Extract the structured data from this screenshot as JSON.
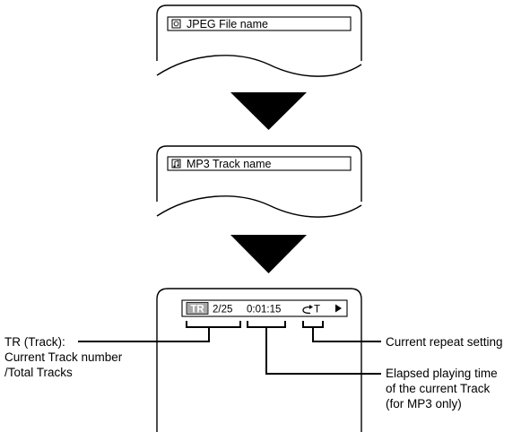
{
  "screens": {
    "jpeg": {
      "icon": "picture-file-icon",
      "label": "JPEG File name"
    },
    "mp3": {
      "icon": "music-file-icon",
      "label": "MP3 Track name"
    }
  },
  "display": {
    "track_badge": "TR",
    "track_count": "2/25",
    "elapsed_time": "0:01:15",
    "repeat_setting": "T",
    "repeat_icon": "repeat-icon",
    "play_icon": "play-icon"
  },
  "callouts": {
    "track": [
      "TR (Track):",
      "Current Track number",
      "/Total Tracks"
    ],
    "repeat": [
      "Current repeat setting"
    ],
    "elapsed": [
      "Elapsed playing time",
      "of the current Track",
      "(for MP3 only)"
    ]
  },
  "arrows": [
    "down-arrow-icon",
    "down-arrow-icon"
  ],
  "colors": {
    "badge_fill": "#a8a8a8",
    "line": "#000000",
    "background": "#ffffff"
  }
}
